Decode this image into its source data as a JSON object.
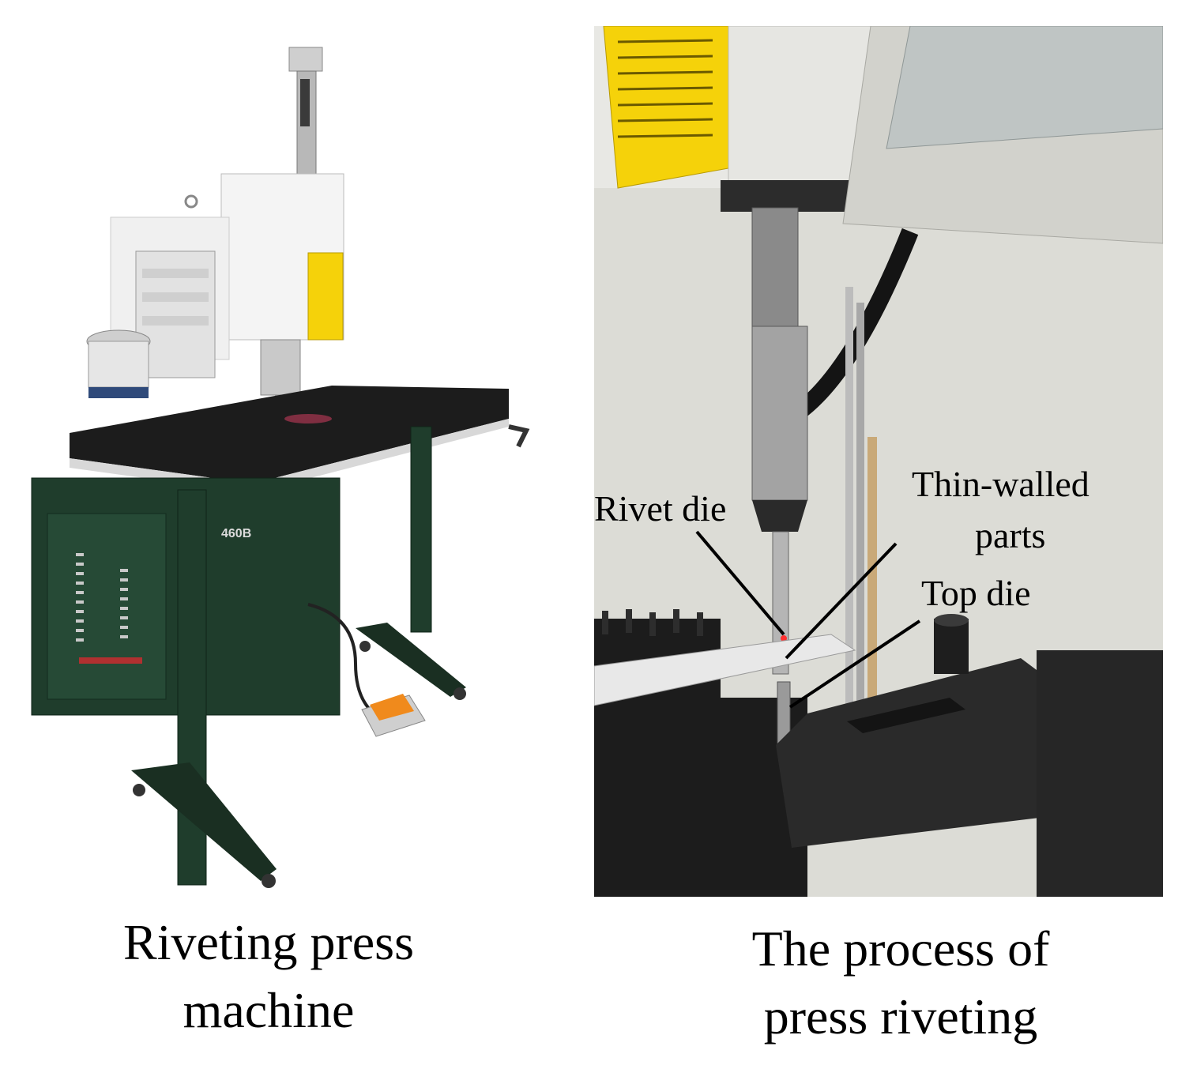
{
  "captions": {
    "left": [
      "Riveting press",
      "machine"
    ],
    "right": [
      "The process of",
      "press riveting"
    ]
  },
  "labels": {
    "rivet_die": "Rivet die",
    "thin_walled_parts": [
      "Thin-walled",
      "parts"
    ],
    "top_die": "Top die"
  },
  "machine_badge": "460B",
  "colors": {
    "cabinet_green": "#1f3d2c",
    "panel_yellow": "#f5d20a",
    "mat_black": "#1c1c1c",
    "pedal_orange": "#f08a1c",
    "wall_grey": "#dcdcd6"
  }
}
